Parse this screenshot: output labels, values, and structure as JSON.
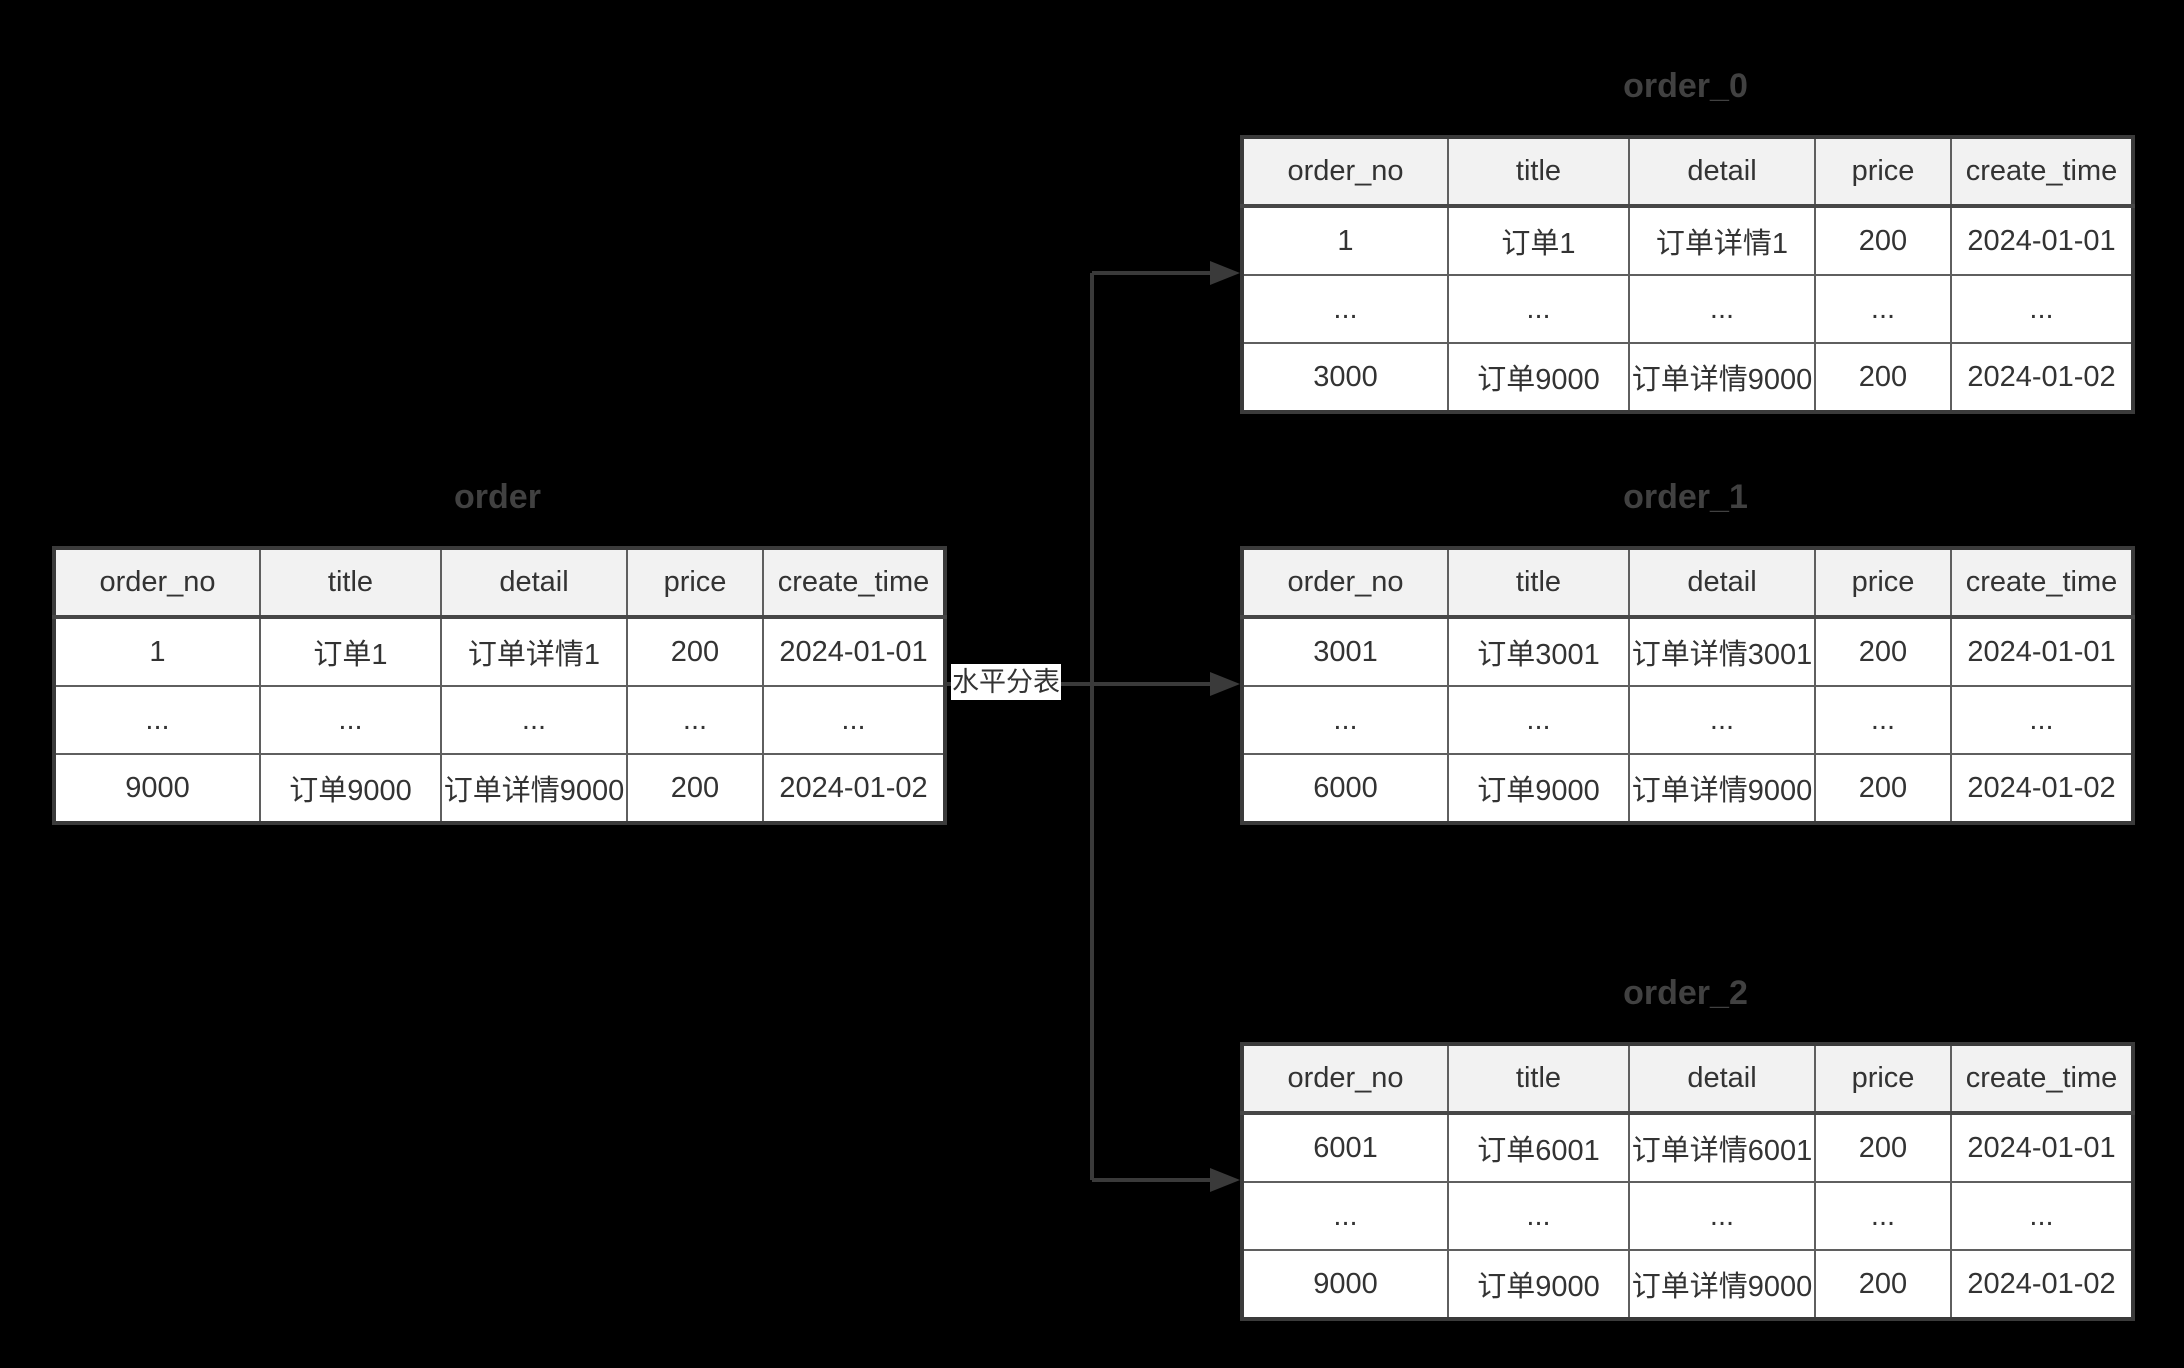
{
  "colors": {
    "background": "#000000",
    "table_body": "#ffffff",
    "table_header": "#f2f2f2",
    "border": "#5f5f5f",
    "outer_border": "#3b3b3b",
    "text": "#333333",
    "title_text": "#414141",
    "arrow": "#3a3a3a"
  },
  "columns": [
    "order_no",
    "title",
    "detail",
    "price",
    "create_time"
  ],
  "arrow_label": "水平分表",
  "tables": {
    "order": {
      "title": "order",
      "rows": [
        [
          "1",
          "订单1",
          "订单详情1",
          "200",
          "2024-01-01"
        ],
        [
          "...",
          "...",
          "...",
          "...",
          "..."
        ],
        [
          "9000",
          "订单9000",
          "订单详情9000",
          "200",
          "2024-01-02"
        ]
      ]
    },
    "order_0": {
      "title": "order_0",
      "rows": [
        [
          "1",
          "订单1",
          "订单详情1",
          "200",
          "2024-01-01"
        ],
        [
          "...",
          "...",
          "...",
          "...",
          "..."
        ],
        [
          "3000",
          "订单9000",
          "订单详情9000",
          "200",
          "2024-01-02"
        ]
      ]
    },
    "order_1": {
      "title": "order_1",
      "rows": [
        [
          "3001",
          "订单3001",
          "订单详情3001",
          "200",
          "2024-01-01"
        ],
        [
          "...",
          "...",
          "...",
          "...",
          "..."
        ],
        [
          "6000",
          "订单9000",
          "订单详情9000",
          "200",
          "2024-01-02"
        ]
      ]
    },
    "order_2": {
      "title": "order_2",
      "rows": [
        [
          "6001",
          "订单6001",
          "订单详情6001",
          "200",
          "2024-01-01"
        ],
        [
          "...",
          "...",
          "...",
          "...",
          "..."
        ],
        [
          "9000",
          "订单9000",
          "订单详情9000",
          "200",
          "2024-01-02"
        ]
      ]
    }
  }
}
